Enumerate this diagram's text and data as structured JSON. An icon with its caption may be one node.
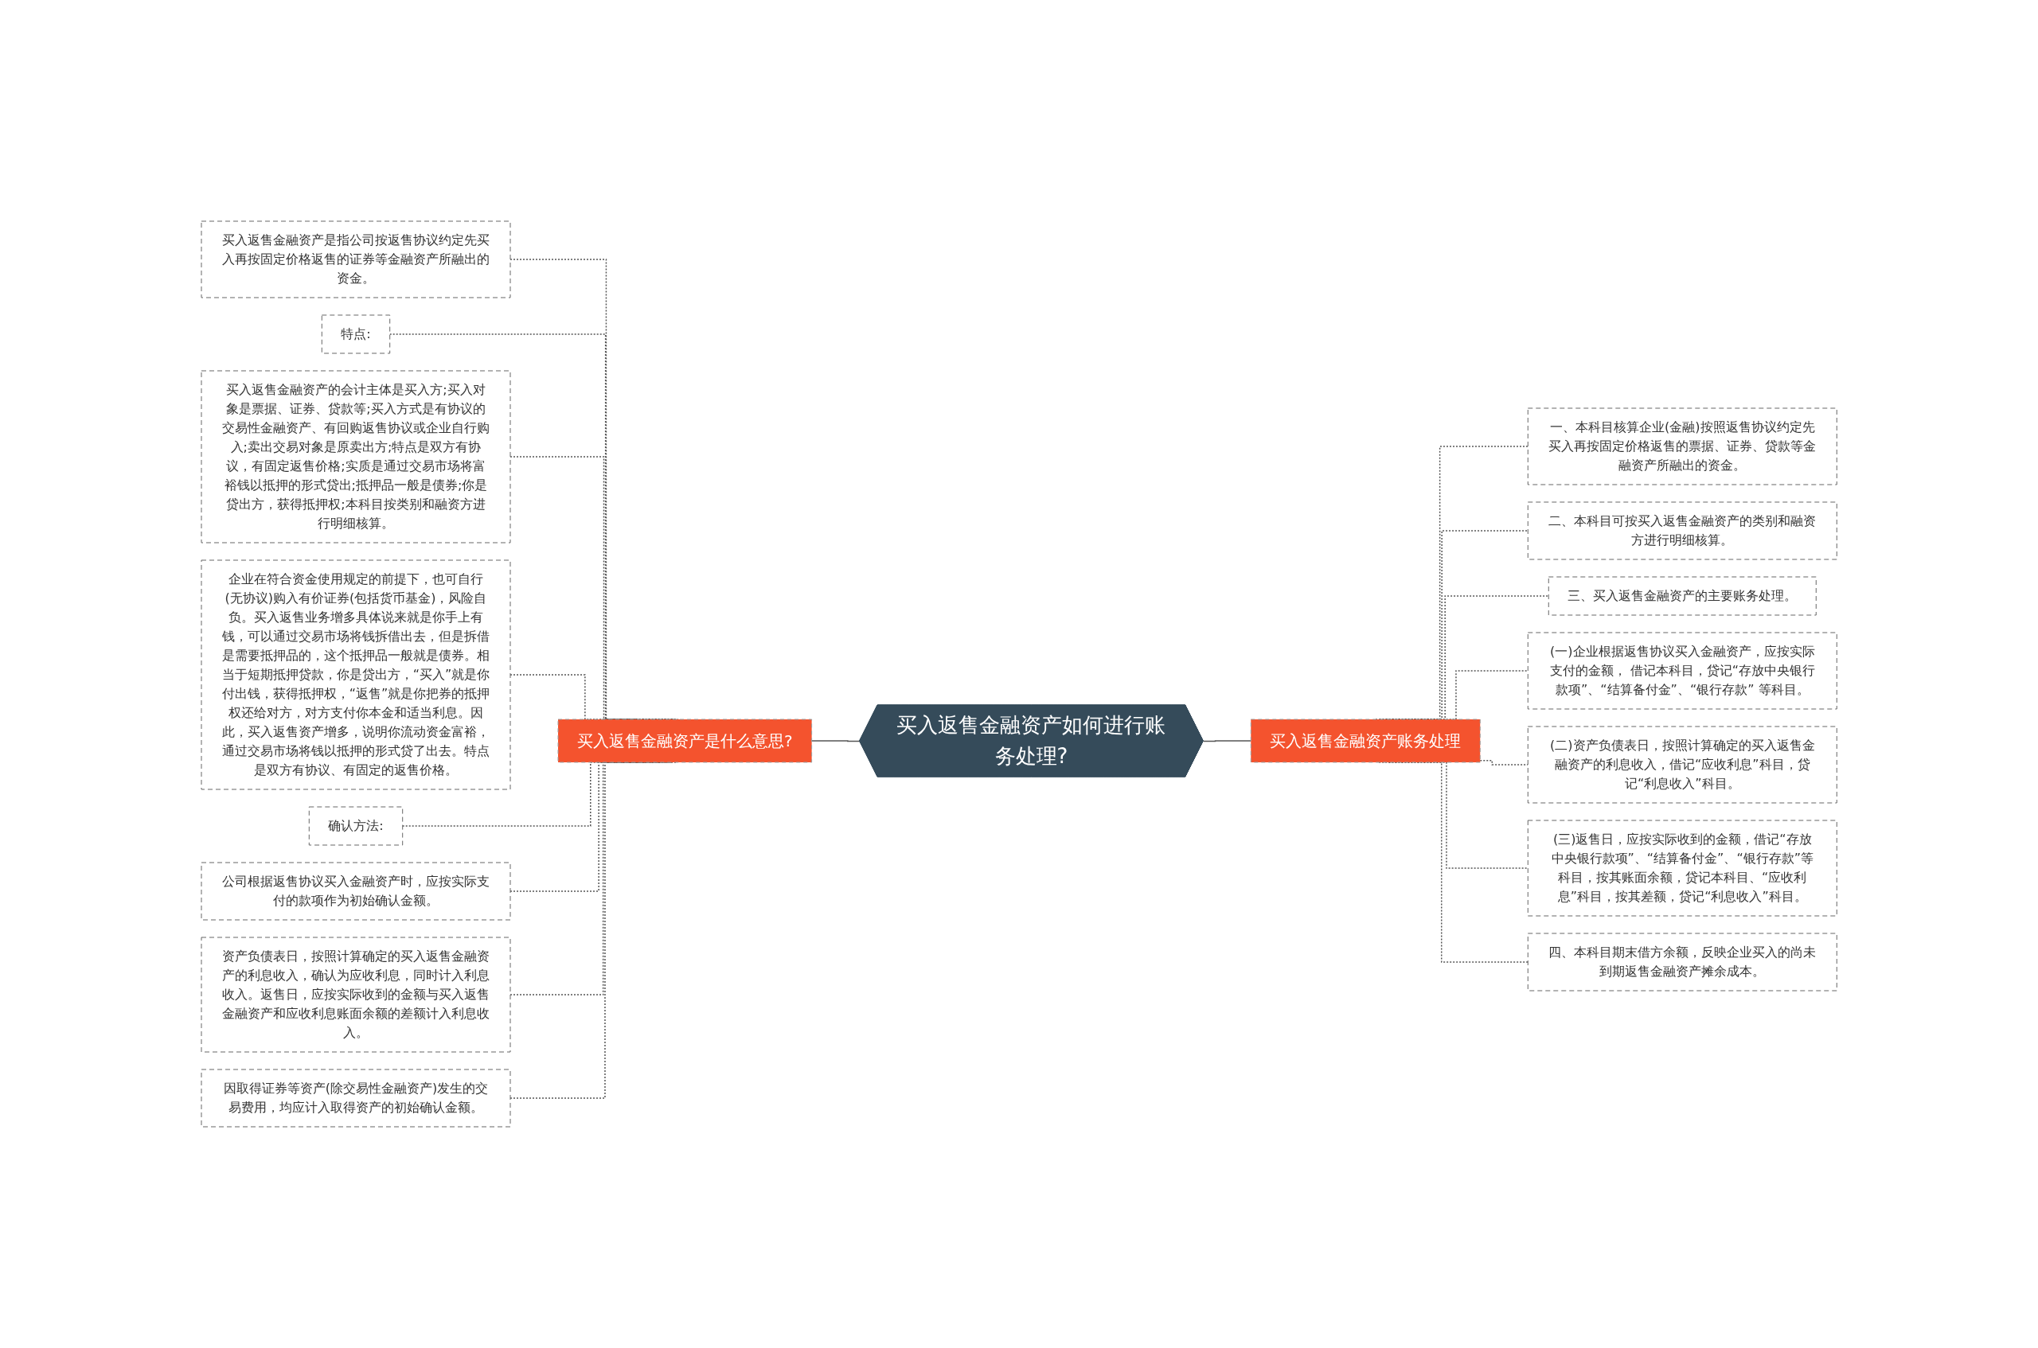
{
  "diagram": {
    "nodes": [
      {
        "text": [
          "买入返售金融资产如何进行账务处理?"
        ]
      },
      {
        "text": [
          "买入返售金融资产是什么意思?"
        ]
      },
      {
        "text": [
          "买入返售金融资产是指公司按返售协议约定先买入再按固定价格返售的证券等金融资产所融出的资金。"
        ]
      },
      {
        "text": [
          "特点:"
        ]
      },
      {
        "text": [
          "买入返售金融资产的会计主体是买入方;买入对象是票据、证券、贷款等;买入方式是有协议的交易性金融资产、有回购返售协议或企业自行购入;卖出交易对象是原卖出方;特点是双方有协议，有固定返售价格;实质是通过交易市场将富裕钱以抵押的形式贷出;抵押品一般是债券;你是贷出方，获得抵押权;本科目按类别和融资方进行明细核算。"
        ]
      },
      {
        "text": [
          "企业在符合资金使用规定的前提下，也可自行(无协议)购入有价证券(包括货币基金)，风险自负。买入返售业务增多具体说来就是你手上有钱，可以通过交易市场将钱拆借出去，但是拆借是需要抵押品的，这个抵押品一般就是债券。相当于短期抵押贷款，你是贷出方，“买入”就是你付出钱，获得抵押权，“返售”就是你把券的抵押权还给对方，对方支付你本金和适当利息。因此，买入返售资产增多，说明你流动资金富裕，通过交易市场将钱以抵押的形式贷了出去。特点是双方有协议、有固定的返售价格。"
        ]
      },
      {
        "text": [
          "确认方法:"
        ]
      },
      {
        "text": [
          "公司根据返售协议买入金融资产时，应按实际支付的款项作为初始确认金额。"
        ]
      },
      {
        "text": [
          "资产负债表日，按照计算确定的买入返售金融资产的利息收入，确认为应收利息，同时计入利息收入。返售日，应按实际收到的金额与买入返售金融资产和应收利息账面余额的差额计入利息收入。"
        ]
      },
      {
        "text": [
          "因取得证券等资产(除交易性金融资产)发生的交易费用，均应计入取得资产的初始确认金额。"
        ]
      },
      {
        "text": [
          "买入返售金融资产账务处理"
        ]
      },
      {
        "text": [
          "一、本科目核算企业(金融)按照返售协议约定先买入再按固定价格返售的票据、证券、贷款等金融资产所融出的资金。"
        ]
      },
      {
        "text": [
          "二、本科目可按买入返售金融资产的类别和融资方进行明细核算。"
        ]
      },
      {
        "text": [
          "三、买入返售金融资产的主要账务处理。"
        ]
      },
      {
        "text": [
          "(一)企业根据返售协议买入金融资产，应按实际支付的金额， 借记本科目，贷记“存放中央银行款项”、“结算备付金”、“银行存款” 等科目。"
        ]
      },
      {
        "text": [
          "(二)资产负债表日，按照计算确定的买入返售金融资产的利息收入，借记“应收利息”科目，贷记“利息收入”科目。"
        ]
      },
      {
        "text": [
          "(三)返售日，应按实际收到的金额，借记“存放中央银行款项”、“结算备付金”、“银行存款”等科目，按其账面余额，贷记本科目、“应收利息”科目，按其差额，贷记“利息收入”科目。"
        ]
      },
      {
        "text": [
          "四、本科目期末借方余额，反映企业买入的尚未到期返售金融资产摊余成本。"
        ]
      }
    ],
    "edges": [
      {
        "from": 0,
        "to": 1,
        "arrow": "none"
      },
      {
        "from": 0,
        "to": 10,
        "arrow": "none"
      },
      {
        "from": 1,
        "to": 2,
        "arrow": "none",
        "style": "dashed"
      },
      {
        "from": 1,
        "to": 3,
        "arrow": "none",
        "style": "dashed"
      },
      {
        "from": 1,
        "to": 4,
        "arrow": "none",
        "style": "dashed"
      },
      {
        "from": 1,
        "to": 5,
        "arrow": "none",
        "style": "dashed"
      },
      {
        "from": 1,
        "to": 6,
        "arrow": "none",
        "style": "dashed"
      },
      {
        "from": 1,
        "to": 7,
        "arrow": "none",
        "style": "dashed"
      },
      {
        "from": 1,
        "to": 8,
        "arrow": "none",
        "style": "dashed"
      },
      {
        "from": 1,
        "to": 9,
        "arrow": "none",
        "style": "dashed"
      },
      {
        "from": 10,
        "to": 11,
        "arrow": "none",
        "style": "dashed"
      },
      {
        "from": 10,
        "to": 12,
        "arrow": "none",
        "style": "dashed"
      },
      {
        "from": 10,
        "to": 13,
        "arrow": "none",
        "style": "dashed"
      },
      {
        "from": 10,
        "to": 14,
        "arrow": "none",
        "style": "dashed"
      },
      {
        "from": 10,
        "to": 15,
        "arrow": "none",
        "style": "dashed"
      },
      {
        "from": 10,
        "to": 16,
        "arrow": "none",
        "style": "dashed"
      },
      {
        "from": 10,
        "to": 17,
        "arrow": "none",
        "style": "dashed"
      }
    ]
  }
}
